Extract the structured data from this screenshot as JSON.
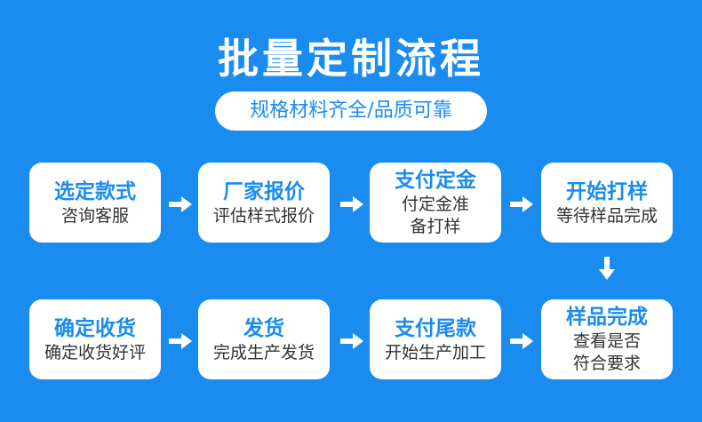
{
  "title": "批量定制流程",
  "subtitle": "规格材料齐全/品质可靠",
  "steps": [
    {
      "head": "选定款式",
      "desc1": "咨询客服",
      "desc2": ""
    },
    {
      "head": "厂家报价",
      "desc1": "评估样式报价",
      "desc2": ""
    },
    {
      "head": "支付定金",
      "desc1": "付定金准",
      "desc2": "备打样"
    },
    {
      "head": "开始打样",
      "desc1": "等待样品完成",
      "desc2": ""
    },
    {
      "head": "样品完成",
      "desc1": "查看是否",
      "desc2": "符合要求"
    },
    {
      "head": "支付尾款",
      "desc1": "开始生产加工",
      "desc2": ""
    },
    {
      "head": "发货",
      "desc1": "完成生产发货",
      "desc2": ""
    },
    {
      "head": "确定收货",
      "desc1": "确定收货好评",
      "desc2": ""
    }
  ],
  "colors": {
    "background": "#1a8cf0",
    "accent": "#1a8cf0",
    "card": "#ffffff",
    "text": "#333333"
  }
}
